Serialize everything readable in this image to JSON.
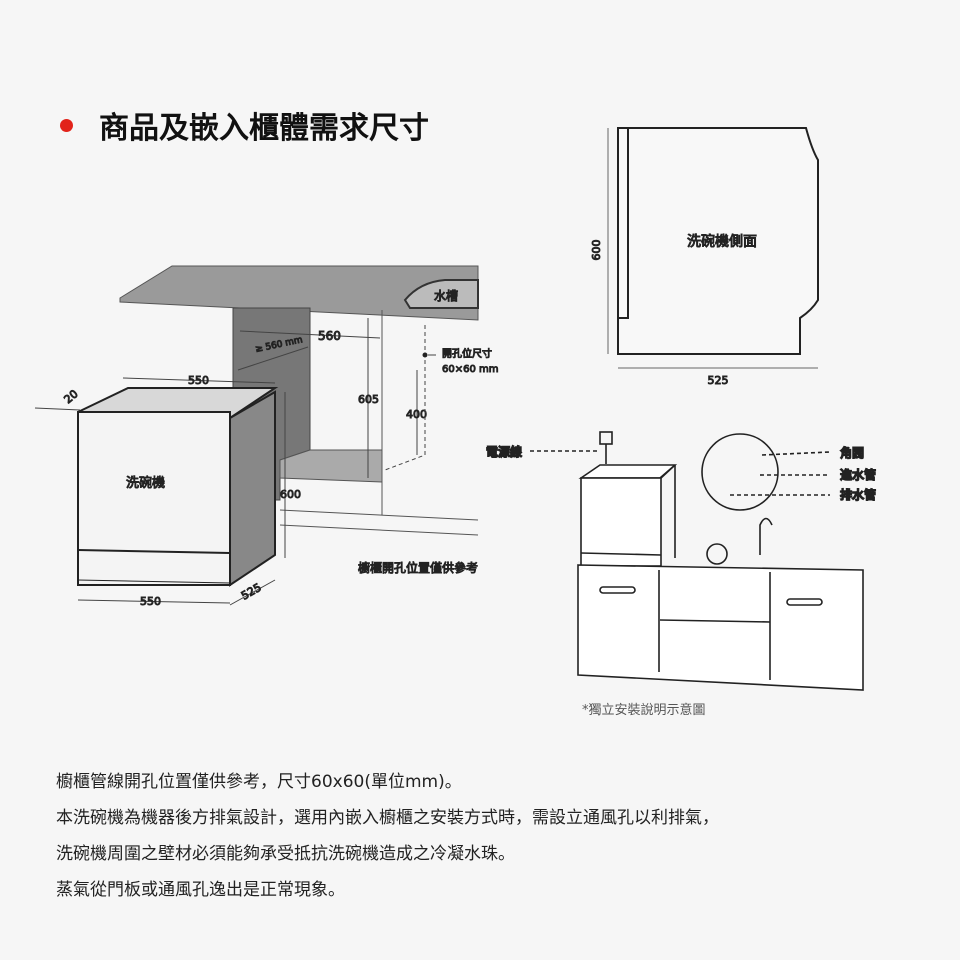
{
  "title": "商品及嵌入櫃體需求尺寸",
  "colors": {
    "accent": "#e2231a"
  },
  "side_view": {
    "label": "洗碗機側面",
    "height": "600",
    "depth": "525"
  },
  "cabinet": {
    "sink": "水槽",
    "width_top": "560",
    "width_min": "≥ 560 mm",
    "hole_label": "開孔位尺寸",
    "hole_size": "60×60 mm",
    "h605": "605",
    "h400": "400",
    "caption": "櫥櫃開孔位置僅供參考"
  },
  "dishwasher": {
    "label": "洗碗機",
    "w_top": "550",
    "gap": "20",
    "height": "600",
    "w_bottom": "550",
    "depth": "525"
  },
  "standalone": {
    "power": "電源線",
    "valve": "角閥",
    "inlet": "進水管",
    "drain": "排水管",
    "caption": "*獨立安裝說明示意圖"
  },
  "notes": [
    "櫥櫃管線開孔位置僅供參考，尺寸60x60(單位mm)。",
    "本洗碗機為機器後方排氣設計，選用內嵌入櫥櫃之安裝方式時，需設立通風孔以利排氣，",
    "洗碗機周圍之壁材必須能夠承受抵抗洗碗機造成之冷凝水珠。",
    "蒸氣從門板或通風孔逸出是正常現象。"
  ]
}
